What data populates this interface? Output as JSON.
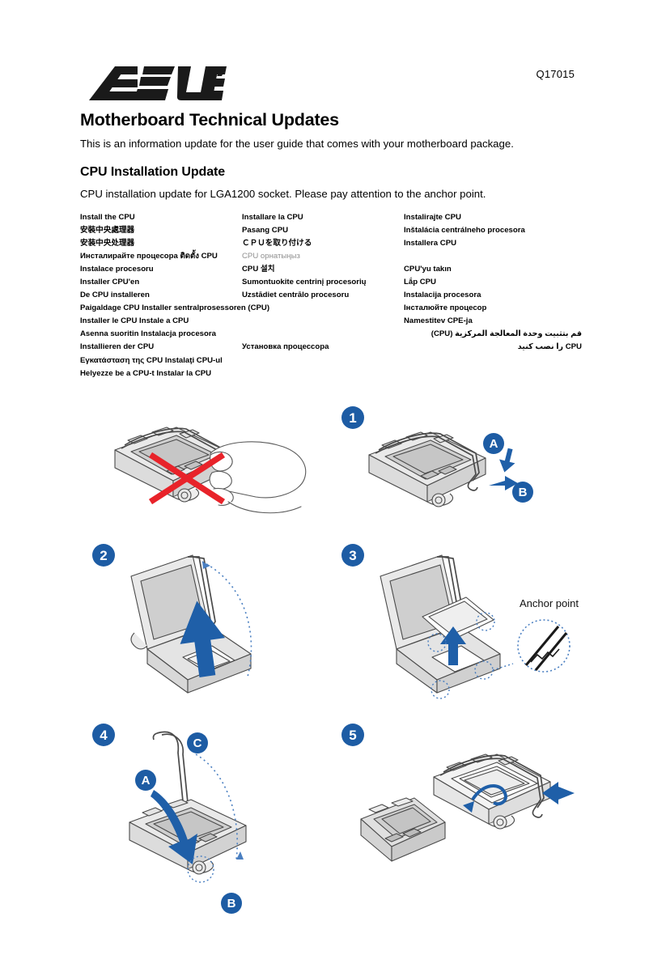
{
  "document": {
    "code": "Q17015",
    "logo_text": "ASUS",
    "title": "Motherboard Technical Updates",
    "intro": "This is an information update for the user guide that comes with your motherboard package.",
    "section_title": "CPU Installation Update",
    "section_text": "CPU installation update for LGA1200 socket. Please pay attention to the anchor point."
  },
  "languages": {
    "column1": [
      "Install the CPU",
      "安裝中央處理器",
      "安装中央处理器",
      "Инсталирайте процесора ติดตั้ง CPU",
      "Instalace procesoru",
      "Installer CPU'en",
      "De CPU installeren",
      "Paigaldage CPU Installer sentralprosessoren (CPU)",
      "Installer le CPU Instale a CPU",
      "Asenna suoritin Instalacja procesora",
      "Installieren der CPU",
      "Εγκατάσταση της CPU Instalaţi CPU-ul",
      "Helyezze be a CPU-t Instalar la CPU"
    ],
    "column2": [
      "Installare la CPU",
      "Pasang CPU",
      "ＣＰＵを取り付ける",
      "CPU орнатыңыз",
      "CPU 설치",
      "Sumontuokite centrinį procesorių",
      "Uzstādiet centrālo procesoru",
      "",
      "",
      "",
      "Установка процессора"
    ],
    "column3": [
      "Instalirajte CPU",
      "Inštalácia centrálneho procesora",
      "Installera CPU",
      "",
      "CPU'yu takın",
      "Lắp CPU",
      "Instalacija procesora",
      "Інсталюйте процесор",
      "Namestitev CPE-ja",
      "قم بتثبيت وحدة المعالجة المركزية (CPU)",
      "CPU را نصب کنيد"
    ],
    "muted_index_column2": 3,
    "rtl_indices_column3": [
      9,
      10
    ]
  },
  "figures": {
    "warning": {
      "name": "do-not-touch-socket-contacts",
      "mark": "X",
      "mark_color": "#e8232a"
    },
    "steps": [
      {
        "number": "1",
        "labels": [
          "A",
          "B"
        ]
      },
      {
        "number": "2",
        "labels": []
      },
      {
        "number": "3",
        "labels": [],
        "callout": "Anchor point"
      },
      {
        "number": "4",
        "labels": [
          "A",
          "B",
          "C"
        ]
      },
      {
        "number": "5",
        "labels": []
      }
    ],
    "anchor_label": "Anchor point"
  },
  "colors": {
    "badge_blue": "#1d5ca4",
    "arrow_blue": "#1f5fa8",
    "outline_gray": "#4a4a4a",
    "fill_gray": "#d4d4d4",
    "warning_red": "#e8232a",
    "muted_text": "#8f8f8f"
  }
}
